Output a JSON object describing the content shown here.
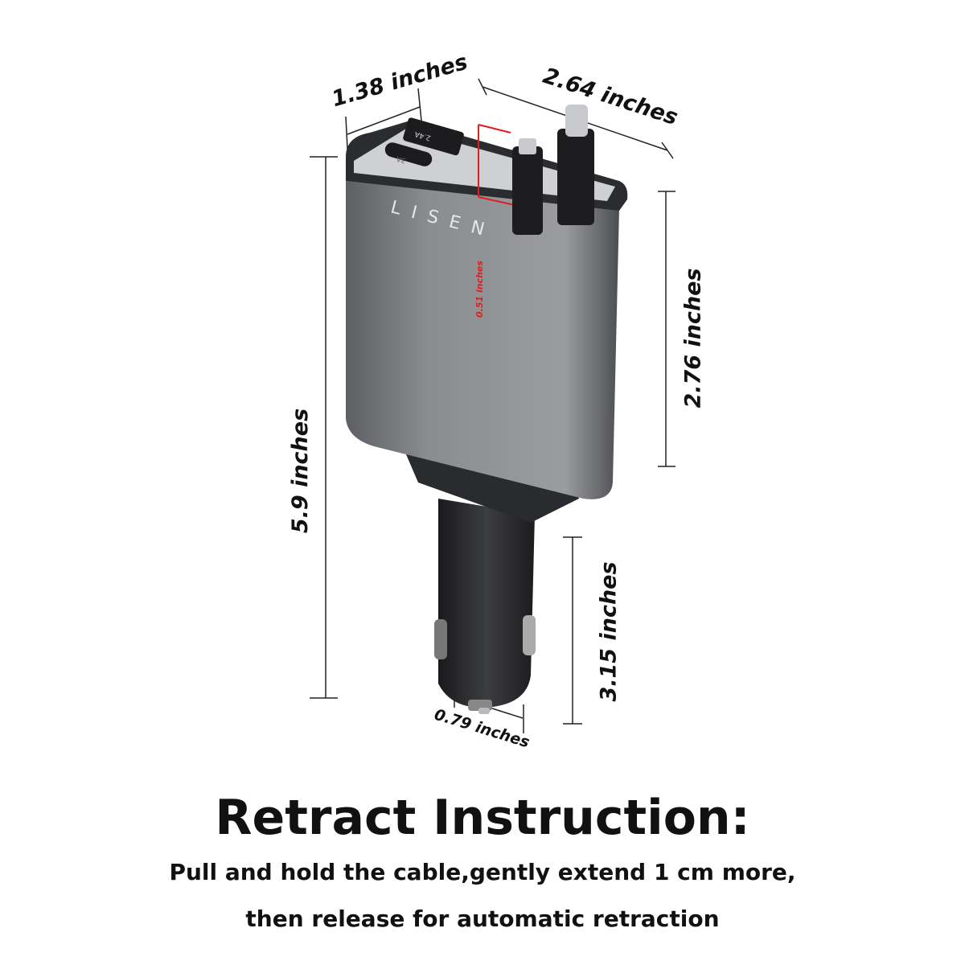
{
  "dimensions": {
    "depth": "1.38 inches",
    "width": "2.64 inches",
    "total_height": "5.9 inches",
    "body_height": "2.76 inches",
    "plug_height": "3.15 inches",
    "plug_width": "0.79 inches",
    "cable_extension": "0.51 inches"
  },
  "product": {
    "brand": "LISEN",
    "port_usb_a": "2.4A",
    "port_usb_c": "3A"
  },
  "instruction": {
    "title": "Retract Instruction:",
    "line1": "Pull and hold the cable,gently extend 1 cm more,",
    "line2": "then release for automatic retraction"
  },
  "colors": {
    "accent_red": "#e01e1e",
    "body_gray": "#7a7c80",
    "text": "#111111"
  }
}
